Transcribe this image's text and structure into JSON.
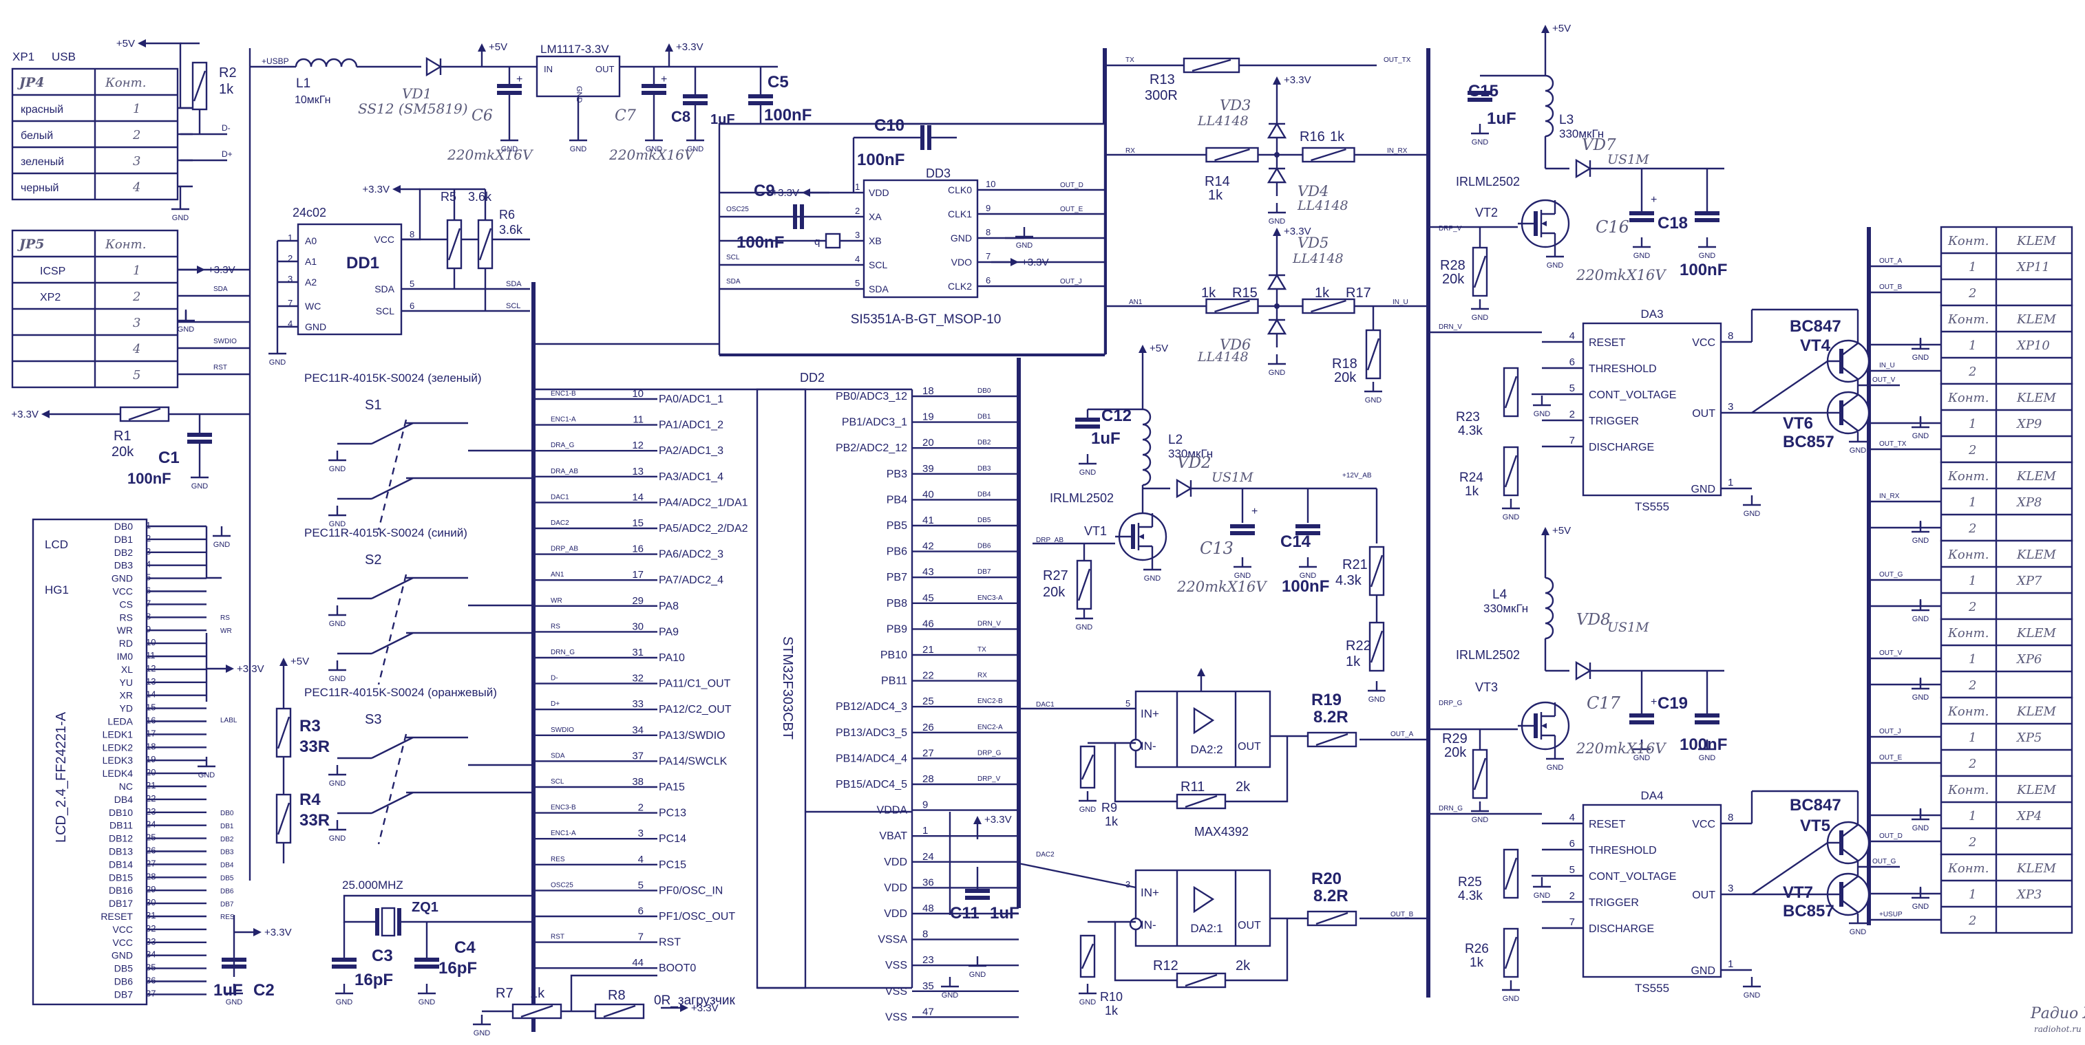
{
  "labels": {
    "xp1": "XP1",
    "usb": "USB",
    "plus5v": "+5V",
    "plus33v": "+3.3V",
    "gnd": "GND",
    "r2": "R2",
    "r2v": "1k",
    "dminus": "D-",
    "dplus": "D+",
    "usbp": "+USBP",
    "l1": "L1",
    "l1v": "10мкГн",
    "vd1": "VD1",
    "vd1v": "SS12 (SM5819)",
    "ldo": "LM1117-3.3V",
    "ldo_in": "IN",
    "ldo_out": "OUT",
    "c6": "C6",
    "c7": "C7",
    "c6v": "220mkX16V",
    "c7v": "220mkX16V",
    "c8": "C8",
    "c8v": "1uF",
    "c5": "C5",
    "c5v": "100nF",
    "eeprom": "24c02",
    "dd1": "DD1",
    "r5": "R5",
    "r5v": "3.6k",
    "r6": "R6",
    "r6v": "3.6k",
    "c10": "C10",
    "c10v": "100nF",
    "c9": "C9",
    "c9v": "100nF",
    "dd3": "DD3",
    "si5351": "SI5351A-B-GT_MSOP-10",
    "r1": "R1",
    "r1v": "20k",
    "c1": "C1",
    "c1v": "100nF",
    "enc_green": "PEC11R-4015K-S0024 (зеленый)",
    "enc_blue": "PEC11R-4015K-S0024 (синий)",
    "enc_orange": "PEC11R-4015K-S0024 (оранжевый)",
    "s1": "S1",
    "s2": "S2",
    "s3": "S3",
    "lcd": "LCD",
    "hg1": "HG1",
    "lcd_part": "LCD_2.4_FF24221-A",
    "r3": "R3",
    "r3v": "33R",
    "r4": "R4",
    "r4v": "33R",
    "xtal": "25.000MHZ",
    "zq1": "ZQ1",
    "c3": "C3",
    "c3v": "16pF",
    "c4": "C4",
    "c4v": "16pF",
    "c2": "C2",
    "c2v": "1uF",
    "r7": "R7",
    "r7v": "1k",
    "r8": "R8",
    "r8v": "0R_загрузчик",
    "dd2": "DD2",
    "mcu": "STM32F303CBT",
    "c11": "C11",
    "c11v": "1uF",
    "r13": "R13",
    "r13v": "300R",
    "vd3": "VD3",
    "vd3v": "LL4148",
    "vd4": "VD4",
    "vd4v": "LL4148",
    "r16": "R16",
    "r16v": "1k",
    "r14": "R14",
    "r14v": "1k",
    "vd5": "VD5",
    "vd5v": "LL4148",
    "vd6": "VD6",
    "vd6v": "LL4148",
    "r15": "R15",
    "r15v": "1k",
    "r17": "R17",
    "r17v": "1k",
    "r18": "R18",
    "r18v": "20k",
    "c12": "C12",
    "c12v": "1uF",
    "l2": "L2",
    "l2v": "330мкГн",
    "vd2": "VD2",
    "vd2v": "US1M",
    "irlml": "IRLML2502",
    "vt1": "VT1",
    "r27": "R27",
    "r27v": "20k",
    "c13": "C13",
    "c13v": "220mkX16V",
    "c14": "C14",
    "c14v": "100nF",
    "r21": "R21",
    "r21v": "4.3k",
    "r22": "R22",
    "r22v": "1k",
    "da22": "DA2:2",
    "da21": "DA2:1",
    "inp": "IN+",
    "inm": "IN-",
    "out": "OUT",
    "r19": "R19",
    "r19v": "8.2R",
    "r20": "R20",
    "r20v": "8.2R",
    "r9": "R9",
    "r9v": "1k",
    "r10": "R10",
    "r10v": "1k",
    "r11": "R11",
    "r11v": "2k",
    "r12": "R12",
    "r12v": "2k",
    "max": "MAX4392",
    "c15": "C15",
    "c15v": "1uF",
    "l3": "L3",
    "l3v": "330мкГн",
    "vd7": "VD7",
    "vd7v": "US1M",
    "vt2": "VT2",
    "r28": "R28",
    "r28v": "20k",
    "c16": "C16",
    "c16v": "220mkX16V",
    "c18": "C18",
    "c18v": "100nF",
    "da3": "DA3",
    "da4": "DA4",
    "ts555": "TS555",
    "bc847": "BC847",
    "bc857": "BC857",
    "vt4": "VT4",
    "vt6": "VT6",
    "vt5": "VT5",
    "vt7": "VT7",
    "r23": "R23",
    "r23v": "4.3k",
    "r24": "R24",
    "r24v": "1k",
    "l4": "L4",
    "l4v": "330мкГн",
    "vd8": "VD8",
    "vd8v": "US1M",
    "vt3": "VT3",
    "r29": "R29",
    "r29v": "20k",
    "c17": "C17",
    "c17v": "220mkX16V",
    "c19": "C19",
    "c19v": "100nF",
    "r25": "R25",
    "r25v": "4.3k",
    "r26": "R26",
    "r26v": "1k",
    "watermark1": "Радио ХОТ",
    "watermark2": "radiohot.ru"
  },
  "jp4": {
    "title": "JP4",
    "col": "Конт.",
    "rows": [
      [
        "красный",
        "1"
      ],
      [
        "белый",
        "2"
      ],
      [
        "зеленый",
        "3"
      ],
      [
        "черный",
        "4"
      ]
    ]
  },
  "jp5": {
    "title": "JP5",
    "col": "Конт.",
    "rows": [
      [
        "ICSP",
        "1"
      ],
      [
        "XP2",
        "2"
      ],
      [
        "",
        "3"
      ],
      [
        "",
        "4"
      ],
      [
        "",
        "5"
      ]
    ]
  },
  "dd1_pins": [
    [
      "A0",
      "1"
    ],
    [
      "A1",
      "2"
    ],
    [
      "A2",
      "3"
    ],
    [
      "WC",
      "7"
    ],
    [
      "GND",
      "4"
    ]
  ],
  "dd1_right": [
    [
      "VCC",
      "8"
    ],
    [
      "SDA",
      "5"
    ],
    [
      "SCL",
      "6"
    ]
  ],
  "dd3_left": [
    [
      "VDD",
      "1"
    ],
    [
      "XA",
      "2"
    ],
    [
      "XB",
      "3"
    ],
    [
      "SCL",
      "4"
    ],
    [
      "SDA",
      "5"
    ]
  ],
  "dd3_right": [
    [
      "CLK0",
      "10"
    ],
    [
      "CLK1",
      "9"
    ],
    [
      "GND",
      "8"
    ],
    [
      "VDO",
      "7"
    ],
    [
      "CLK2",
      "6"
    ]
  ],
  "lcd_pins": [
    [
      "DB0",
      "1"
    ],
    [
      "DB1",
      "2"
    ],
    [
      "DB2",
      "3"
    ],
    [
      "DB3",
      "4"
    ],
    [
      "GND",
      "5"
    ],
    [
      "VCC",
      "6"
    ],
    [
      "CS",
      "7"
    ],
    [
      "RS",
      "8"
    ],
    [
      "WR",
      "9"
    ],
    [
      "RD",
      "10"
    ],
    [
      "IM0",
      "11"
    ],
    [
      "XL",
      "12"
    ],
    [
      "YU",
      "13"
    ],
    [
      "XR",
      "14"
    ],
    [
      "YD",
      "15"
    ],
    [
      "LEDA",
      "16"
    ],
    [
      "LEDK1",
      "17"
    ],
    [
      "LEDK2",
      "18"
    ],
    [
      "LEDK3",
      "19"
    ],
    [
      "LEDK4",
      "20"
    ],
    [
      "NC",
      "21"
    ],
    [
      "DB4",
      "22"
    ],
    [
      "DB10",
      "23"
    ],
    [
      "DB11",
      "24"
    ],
    [
      "DB12",
      "25"
    ],
    [
      "DB13",
      "26"
    ],
    [
      "DB14",
      "27"
    ],
    [
      "DB15",
      "28"
    ],
    [
      "DB16",
      "29"
    ],
    [
      "DB17",
      "30"
    ],
    [
      "RESET",
      "31"
    ],
    [
      "VCC",
      "32"
    ],
    [
      "VCC",
      "33"
    ],
    [
      "GND",
      "34"
    ],
    [
      "DB5",
      "35"
    ],
    [
      "DB6",
      "36"
    ],
    [
      "DB7",
      "37"
    ]
  ],
  "mcu_left": [
    [
      "PA0/ADC1_1",
      "10",
      "ENC1-B"
    ],
    [
      "PA1/ADC1_2",
      "11",
      "ENC1-A"
    ],
    [
      "PA2/ADC1_3",
      "12",
      "DRA_G"
    ],
    [
      "PA3/ADC1_4",
      "13",
      "DRA_AB"
    ],
    [
      "PA4/ADC2_1/DA1",
      "14",
      "DAC1"
    ],
    [
      "PA5/ADC2_2/DA2",
      "15",
      "DAC2"
    ],
    [
      "PA6/ADC2_3",
      "16",
      "DRP_AB"
    ],
    [
      "PA7/ADC2_4",
      "17",
      "AN1"
    ],
    [
      "PA8",
      "29",
      "WR"
    ],
    [
      "PA9",
      "30",
      "RS"
    ],
    [
      "PA10",
      "31",
      "DRN_G"
    ],
    [
      "PA11/C1_OUT",
      "32",
      "D-"
    ],
    [
      "PA12/C2_OUT",
      "33",
      "D+"
    ],
    [
      "PA13/SWDIO",
      "34",
      "SWDIO"
    ],
    [
      "PA14/SWCLK",
      "37",
      "SDA"
    ],
    [
      "PA15",
      "38",
      "SCL"
    ],
    [
      "PC13",
      "2",
      "ENC3-B"
    ],
    [
      "PC14",
      "3",
      "ENC1-A"
    ],
    [
      "PC15",
      "4",
      "RES"
    ],
    [
      "PF0/OSC_IN",
      "5",
      "OSC25"
    ],
    [
      "PF1/OSC_OUT",
      "6",
      ""
    ],
    [
      "RST",
      "7",
      "RST"
    ],
    [
      "BOOT0",
      "44",
      ""
    ]
  ],
  "mcu_right": [
    [
      "PB0/ADC3_12",
      "18",
      "DB0"
    ],
    [
      "PB1/ADC3_1",
      "19",
      "DB1"
    ],
    [
      "PB2/ADC2_12",
      "20",
      "DB2"
    ],
    [
      "PB3",
      "39",
      "DB3"
    ],
    [
      "PB4",
      "40",
      "DB4"
    ],
    [
      "PB5",
      "41",
      "DB5"
    ],
    [
      "PB6",
      "42",
      "DB6"
    ],
    [
      "PB7",
      "43",
      "DB7"
    ],
    [
      "PB8",
      "45",
      "ENC3-A"
    ],
    [
      "PB9",
      "46",
      "DRN_V"
    ],
    [
      "PB10",
      "21",
      "TX"
    ],
    [
      "PB11",
      "22",
      "RX"
    ],
    [
      "PB12/ADC4_3",
      "25",
      "ENC2-B"
    ],
    [
      "PB13/ADC3_5",
      "26",
      "ENC2-A"
    ],
    [
      "PB14/ADC4_4",
      "27",
      "DRP_G"
    ],
    [
      "PB15/ADC4_5",
      "28",
      "DRP_V"
    ],
    [
      "VDDA",
      "9",
      ""
    ],
    [
      "VBAT",
      "1",
      ""
    ],
    [
      "VDD",
      "24",
      ""
    ],
    [
      "VDD",
      "36",
      ""
    ],
    [
      "VDD",
      "48",
      ""
    ],
    [
      "VSSA",
      "8",
      ""
    ],
    [
      "VSS",
      "23",
      ""
    ],
    [
      "VSS",
      "35",
      ""
    ],
    [
      "VSS",
      "47",
      ""
    ]
  ],
  "ts555_left": [
    [
      "RESET",
      "4"
    ],
    [
      "THRESHOLD",
      "6"
    ],
    [
      "CONT_VOLTAGE",
      "5"
    ],
    [
      "TRIGGER",
      "2"
    ],
    [
      "DISCHARGE",
      "7"
    ]
  ],
  "ts555_right": [
    [
      "VCC",
      "8"
    ],
    [
      "OUT",
      "3"
    ],
    [
      "GND",
      "1"
    ]
  ],
  "klem": {
    "col1": "Конт.",
    "col2": "KLEM",
    "blocks": [
      {
        "name": "XP11",
        "nets": [
          "OUT_A",
          "OUT_B"
        ]
      },
      {
        "name": "XP10",
        "nets": [
          "",
          "IN_U"
        ]
      },
      {
        "name": "XP9",
        "nets": [
          "",
          "OUT_TX"
        ]
      },
      {
        "name": "XP8",
        "nets": [
          "IN_RX",
          ""
        ]
      },
      {
        "name": "XP7",
        "nets": [
          "OUT_G",
          ""
        ]
      },
      {
        "name": "XP6",
        "nets": [
          "OUT_V",
          ""
        ]
      },
      {
        "name": "XP5",
        "nets": [
          "OUT_J",
          "OUT_E"
        ]
      },
      {
        "name": "XP4",
        "nets": [
          "",
          "OUT_D"
        ]
      },
      {
        "name": "XP3",
        "nets": [
          "",
          "+USUP"
        ]
      }
    ]
  },
  "nets": {
    "tx": "TX",
    "rx": "RX",
    "out_tx": "OUT_TX",
    "in_rx": "IN_RX",
    "an1": "AN1",
    "in_u": "IN_U",
    "out_d": "OUT_D",
    "out_e": "OUT_E",
    "out_j": "OUT_J",
    "osc25": "OSC25",
    "scl": "SCL",
    "sda": "SDA",
    "drp_v": "DRP_V",
    "drn_v": "DRN_V",
    "out_v": "OUT_V",
    "drp_g": "DRP_G",
    "drn_g": "DRN_G",
    "out_g": "OUT_G",
    "drp_ab": "DRP_AB",
    "dra_ab": "DRA_AB",
    "dac1": "DAC1",
    "dac2": "DAC2",
    "out_a": "OUT_A",
    "out_b": "OUT_B",
    "v12ab": "+12V_AB",
    "swdio": "SWDIO",
    "rst": "RST",
    "labl": "LABL",
    "q": "q"
  }
}
